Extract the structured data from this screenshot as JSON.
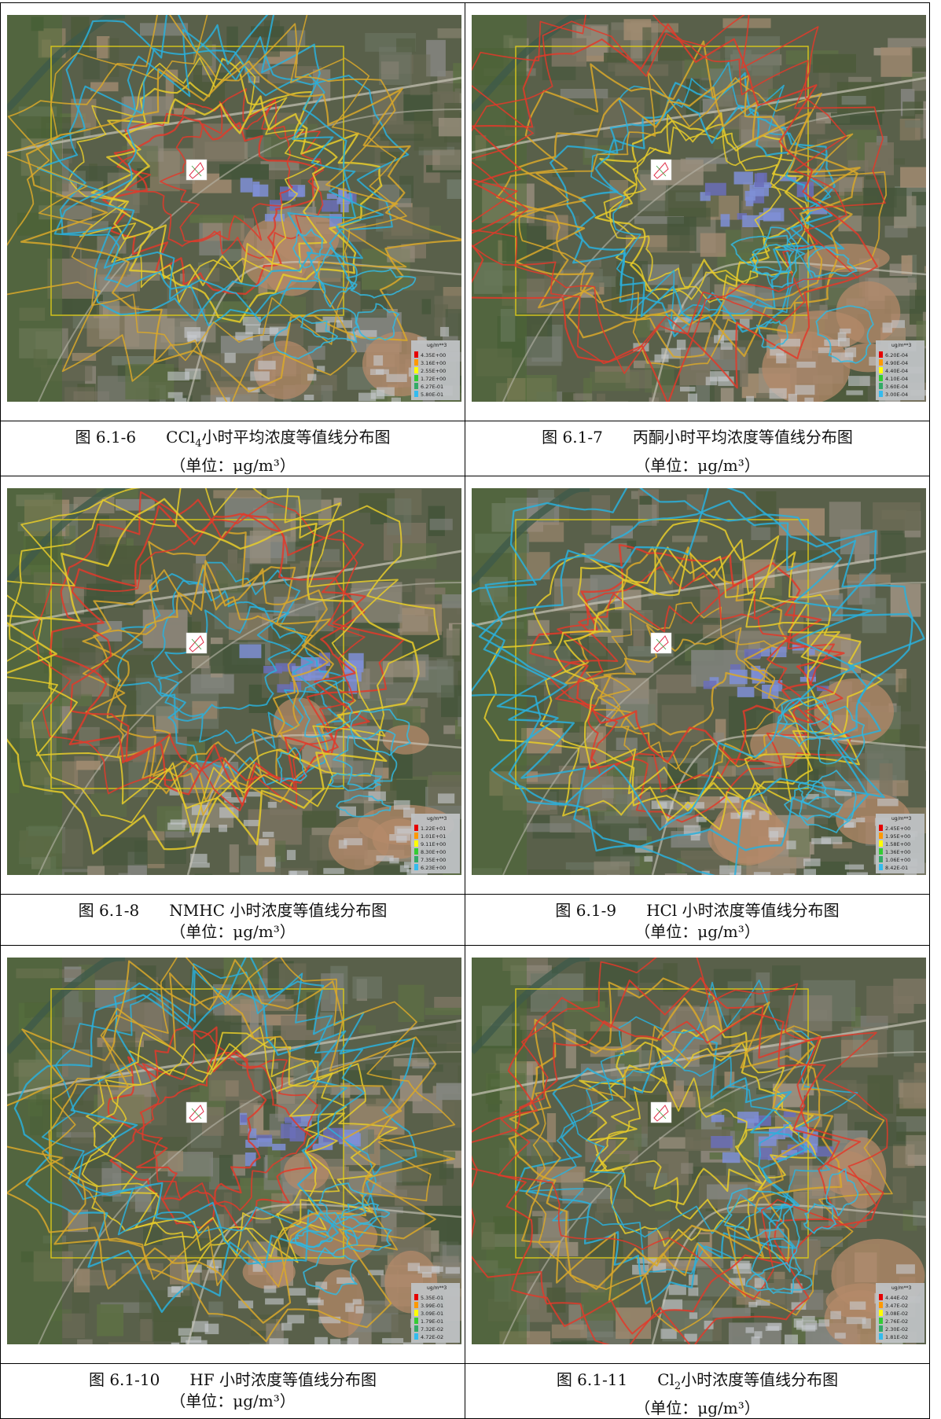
{
  "figures": [
    {
      "id": "f6",
      "number": "图 6.1-6",
      "title_pre": "CCl",
      "title_sub": "4",
      "title_post": "小时平均浓度等值线分布图",
      "unit": "（单位：μg/m³）",
      "legend_title": "ug/m**3",
      "legend": [
        "4.35E+00",
        "3.16E+00",
        "2.55E+00",
        "1.72E+00",
        "6.27E-01",
        "5.80E-01"
      ]
    },
    {
      "id": "f7",
      "number": "图 6.1-7",
      "title_pre": "丙酮小时平均浓度等值线分布图",
      "title_sub": "",
      "title_post": "",
      "unit": "（单位：μg/m³）",
      "legend_title": "ug/m**3",
      "legend": [
        "6.20E-04",
        "4.90E-04",
        "4.40E-04",
        "4.10E-04",
        "3.60E-04",
        "3.00E-04"
      ]
    },
    {
      "id": "f8",
      "number": "图 6.1-8",
      "title_pre": "NMHC 小时浓度等值线分布图",
      "title_sub": "",
      "title_post": "",
      "unit": "（单位：μg/m³）",
      "legend_title": "ug/m**3",
      "legend": [
        "1.22E+01",
        "1.01E+01",
        "9.11E+00",
        "8.30E+00",
        "7.35E+00",
        "6.23E+00"
      ]
    },
    {
      "id": "f9",
      "number": "图 6.1-9",
      "title_pre": "HCl 小时浓度等值线分布图",
      "title_sub": "",
      "title_post": "",
      "unit": "（单位：μg/m³）",
      "legend_title": "ug/m**3",
      "legend": [
        "2.45E+00",
        "1.95E+00",
        "1.58E+00",
        "1.36E+00",
        "1.06E+00",
        "8.42E-01"
      ]
    },
    {
      "id": "f10",
      "number": "图 6.1-10",
      "title_pre": "HF 小时浓度等值线分布图",
      "title_sub": "",
      "title_post": "",
      "unit": "（单位：μg/m³）",
      "legend_title": "ug/m**3",
      "legend": [
        "5.35E-01",
        "3.99E-01",
        "3.09E-01",
        "1.79E-01",
        "7.32E-02",
        "4.72E-02"
      ]
    },
    {
      "id": "f11",
      "number": "图 6.1-11",
      "title_pre": "Cl",
      "title_sub": "2",
      "title_post": "小时浓度等值线分布图",
      "unit": "（单位：μg/m³）",
      "legend_title": "ug/m**3",
      "legend": [
        "4.44E-02",
        "3.47E-02",
        "3.08E-02",
        "2.76E-02",
        "2.30E-02",
        "1.81E-02"
      ]
    }
  ],
  "legend_colors": [
    "#e60000",
    "#ff9900",
    "#ffff00",
    "#33cc33",
    "#33aa66",
    "#33bbee"
  ]
}
